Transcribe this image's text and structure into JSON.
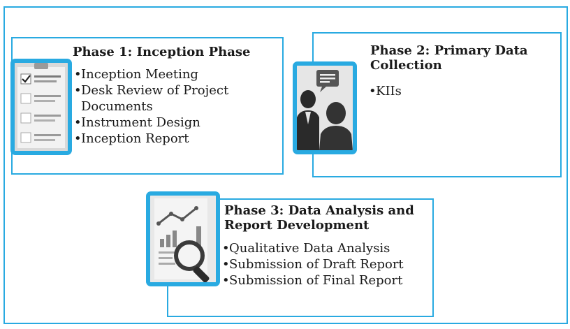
{
  "phases": [
    {
      "title": "Phase 1: Inception Phase",
      "icon": "checklist-clipboard-icon",
      "items": [
        "Inception Meeting",
        "Desk Review of Project Documents",
        "Instrument Design",
        "Inception Report"
      ]
    },
    {
      "title": "Phase 2: Primary Data Collection",
      "icon": "interview-people-icon",
      "items": [
        "KIIs"
      ]
    },
    {
      "title": "Phase 3: Data Analysis and Report Development",
      "icon": "data-analysis-magnifier-icon",
      "items": [
        "Qualitative Data Analysis",
        "Submission of Draft Report",
        "Submission of Final Report"
      ]
    }
  ],
  "colors": {
    "accent": "#29aae1",
    "text": "#1a1a1a",
    "icon_bg": "#e2e2e2",
    "icon_dark": "#333333"
  }
}
